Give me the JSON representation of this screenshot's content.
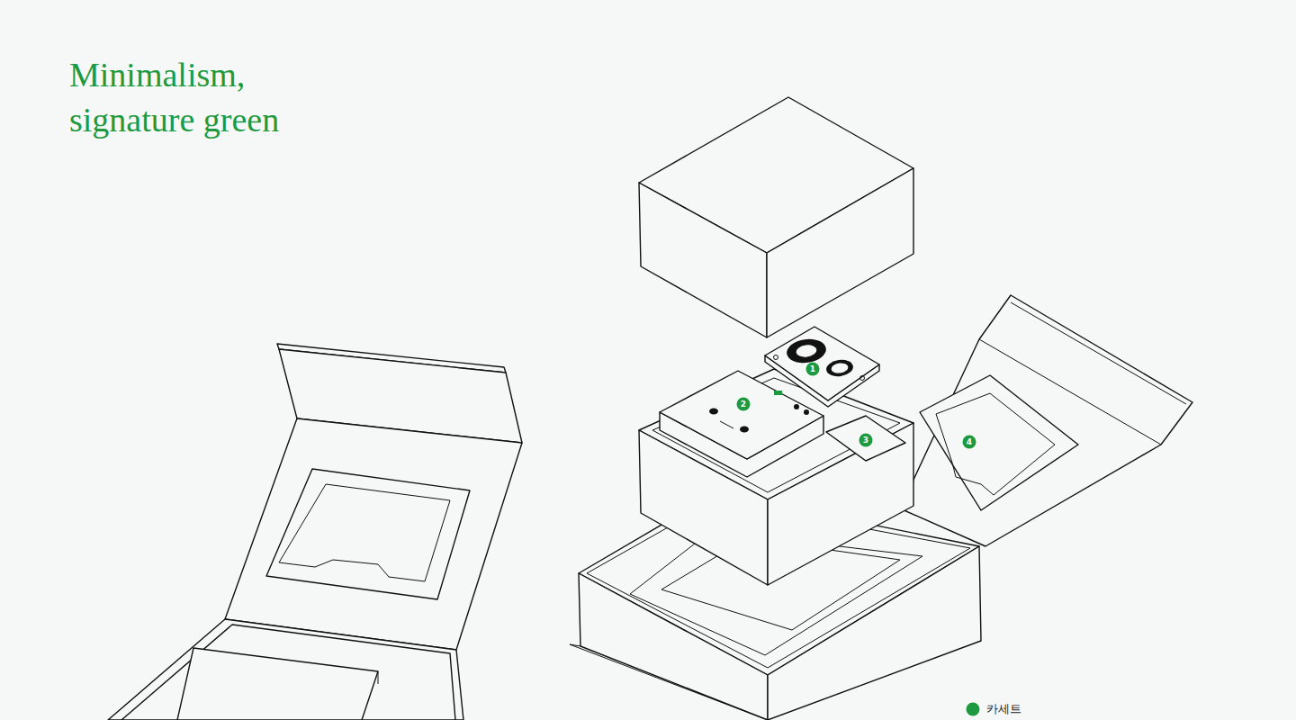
{
  "diagram": {
    "title": "Minimalism, signature green",
    "labels": [
      "1",
      "2",
      "3",
      "4",
      "카세트"
    ]
  }
}
